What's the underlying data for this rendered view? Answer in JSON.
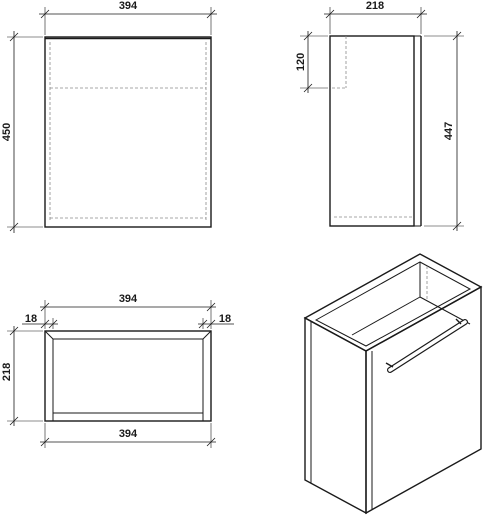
{
  "views": {
    "front": {
      "width_label": "394",
      "height_label": "450"
    },
    "side": {
      "depth_label": "218",
      "drawer_label": "120",
      "height_label": "447"
    },
    "top": {
      "width_top_label": "394",
      "width_bottom_label": "394",
      "depth_label": "218",
      "left_panel_label": "18",
      "right_panel_label": "18"
    }
  },
  "colors": {
    "line": "#1a1a1a",
    "hidden": "#8a8a8a",
    "background": "#ffffff"
  }
}
